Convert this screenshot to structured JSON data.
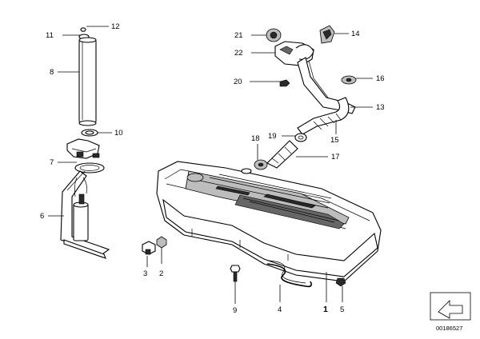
{
  "diagram": {
    "callouts": [
      {
        "id": "c1",
        "text": "1"
      },
      {
        "id": "c2",
        "text": "2"
      },
      {
        "id": "c3",
        "text": "3"
      },
      {
        "id": "c4",
        "text": "4"
      },
      {
        "id": "c5",
        "text": "5"
      },
      {
        "id": "c6",
        "text": "6"
      },
      {
        "id": "c7",
        "text": "7"
      },
      {
        "id": "c8",
        "text": "8"
      },
      {
        "id": "c9",
        "text": "9"
      },
      {
        "id": "c10",
        "text": "10"
      },
      {
        "id": "c11",
        "text": "11"
      },
      {
        "id": "c12",
        "text": "12"
      },
      {
        "id": "c13",
        "text": "13"
      },
      {
        "id": "c14",
        "text": "14"
      },
      {
        "id": "c15",
        "text": "15"
      },
      {
        "id": "c16",
        "text": "16"
      },
      {
        "id": "c17",
        "text": "17"
      },
      {
        "id": "c18",
        "text": "18"
      },
      {
        "id": "c19",
        "text": "19"
      },
      {
        "id": "c20",
        "text": "20"
      },
      {
        "id": "c21",
        "text": "21"
      },
      {
        "id": "c22",
        "text": "22"
      }
    ],
    "reference_number": "00186527",
    "icons": {
      "corner": "arrow-symbol-icon"
    }
  }
}
